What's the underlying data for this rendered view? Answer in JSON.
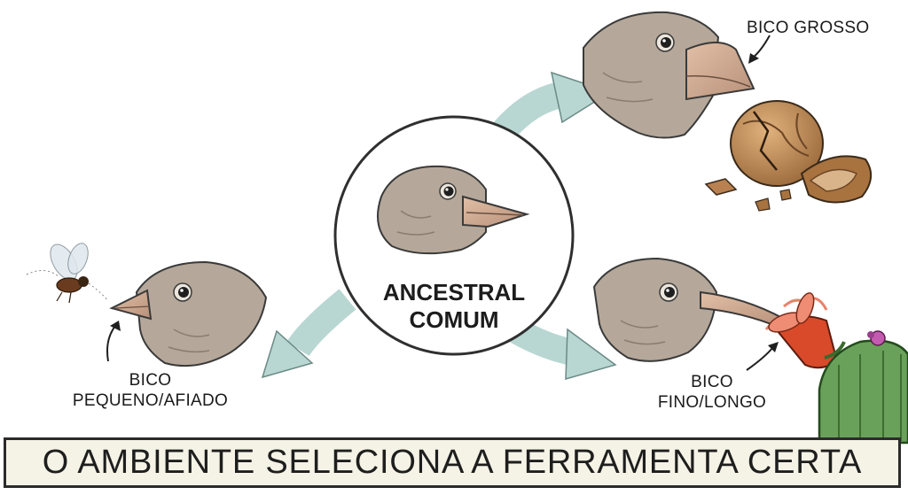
{
  "center": {
    "line1": "ANCESTRAL",
    "line2": "COMUM"
  },
  "labels": {
    "thick_beak": "BICO GROSSO",
    "small_beak_line1": "BICO",
    "small_beak_line2": "PEQUENO/AFIADO",
    "thin_beak_line1": "BICO",
    "thin_beak_line2": "FINO/LONGO"
  },
  "banner": "O AMBIENTE SELECIONA A FERRAMENTA CERTA",
  "colors": {
    "arrow": "#b9d7d2",
    "bird": "#b5a89a",
    "background": "#ffffff",
    "banner": "#f5f3e6"
  }
}
